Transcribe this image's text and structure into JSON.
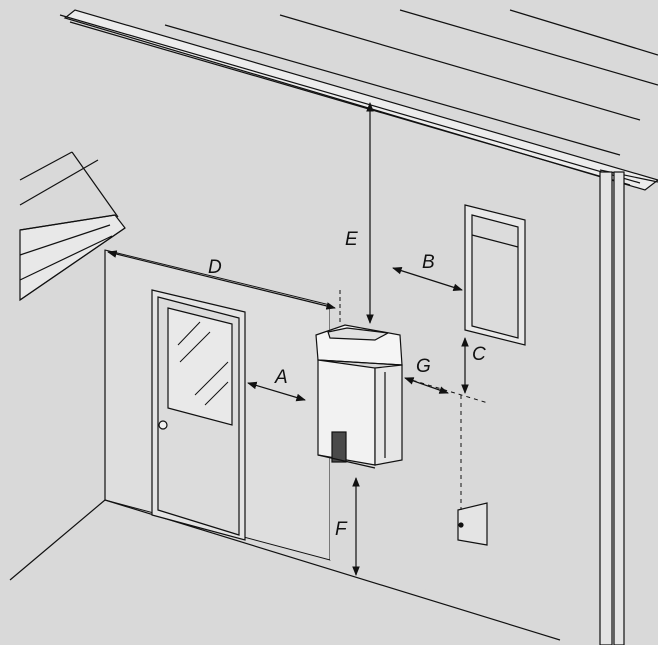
{
  "labels": {
    "A": "A",
    "B": "B",
    "C": "C",
    "D": "D",
    "E": "E",
    "F": "F",
    "G": "G"
  },
  "colors": {
    "background": "#d9d9d9",
    "wall_light": "#e6e6e6",
    "heater_body": "#f2f2f2",
    "heater_panel": "#444444",
    "line": "#111111"
  }
}
